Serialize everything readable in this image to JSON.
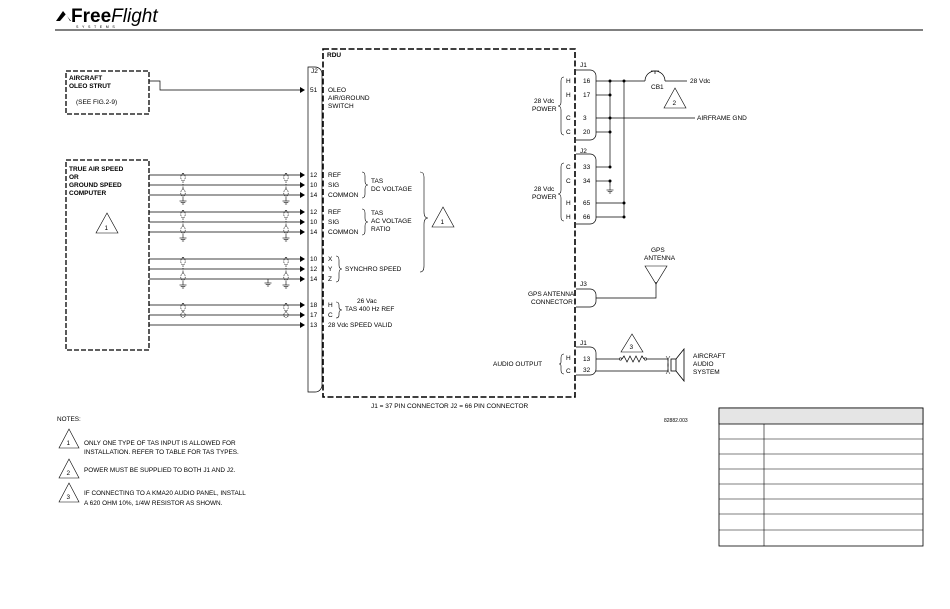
{
  "logo": {
    "brand_bold": "Free",
    "brand_ital": "Flight",
    "brand_sub": "SYSTEMS"
  },
  "rdu": {
    "title": "RDU",
    "connector_note": "J1 = 37 PIN CONNECTOR  J2 = 66 PIN CONNECTOR",
    "ref_id": "82882.003"
  },
  "left_connector": "J2",
  "oleo": {
    "box_line1": "AIRCRAFT",
    "box_line2": "OLEO STRUT",
    "see_fig": "(SEE FIG.2-9)",
    "pin": "51",
    "label_line1": "OLEO",
    "label_line2": "AIR/GROUND",
    "label_line3": "SWITCH"
  },
  "computer": {
    "line1": "TRUE AIR SPEED",
    "line2": "OR",
    "line3": "GROUND SPEED",
    "line4": "COMPUTER",
    "note_ref": "1"
  },
  "tas_pins": [
    {
      "pin": "12",
      "label": "REF"
    },
    {
      "pin": "10",
      "label": "SIG"
    },
    {
      "pin": "14",
      "label": "COMMON"
    },
    {
      "pin": "12",
      "label": "REF"
    },
    {
      "pin": "10",
      "label": "SIG"
    },
    {
      "pin": "14",
      "label": "COMMON"
    },
    {
      "pin": "10",
      "label": "X"
    },
    {
      "pin": "12",
      "label": "Y"
    },
    {
      "pin": "14",
      "label": "Z"
    },
    {
      "pin": "18",
      "label": "H"
    },
    {
      "pin": "17",
      "label": "C"
    },
    {
      "pin": "13",
      "label": "28 Vdc SPEED VALID"
    }
  ],
  "groups": {
    "dc_line1": "TAS",
    "dc_line2": "DC VOLTAGE",
    "ac_line1": "TAS",
    "ac_line2": "AC VOLTAGE",
    "ac_line3": "RATIO",
    "synchro": "SYNCHRO SPEED",
    "hz_line1": "26 Vac",
    "hz_line2": "TAS 400 Hz REF",
    "tas_note_ref": "1"
  },
  "power_j1": {
    "connector": "J1",
    "label_line1": "28 Vdc",
    "label_line2": "POWER",
    "pins": [
      {
        "label": "H",
        "pin": "16"
      },
      {
        "label": "H",
        "pin": "17"
      },
      {
        "label": "C",
        "pin": "3"
      },
      {
        "label": "C",
        "pin": "20"
      }
    ],
    "breaker": "CB1",
    "supply": "28 Vdc",
    "breaker_note_ref": "2",
    "ground_label": "AIRFRAME GND"
  },
  "power_j2": {
    "connector": "J2",
    "label_line1": "28 Vdc",
    "label_line2": "POWER",
    "pins": [
      {
        "label": "C",
        "pin": "33"
      },
      {
        "label": "C",
        "pin": "34"
      },
      {
        "label": "H",
        "pin": "65"
      },
      {
        "label": "H",
        "pin": "66"
      }
    ]
  },
  "gps": {
    "connector": "J3",
    "label_line1": "GPS ANTENNA",
    "label_line2": "CONNECTOR",
    "antenna_line1": "GPS",
    "antenna_line2": "ANTENNA"
  },
  "audio": {
    "connector": "J1",
    "label": "AUDIO OUTPUT",
    "pins": [
      {
        "label": "H",
        "pin": "13"
      },
      {
        "label": "C",
        "pin": "32"
      }
    ],
    "resistor_note_ref": "3",
    "sys_line1": "AIRCRAFT",
    "sys_line2": "AUDIO",
    "sys_line3": "SYSTEM"
  },
  "notes": {
    "title": "NOTES:",
    "items": [
      {
        "num": "1",
        "line1": "ONLY ONE TYPE OF TAS INPUT IS ALLOWED FOR",
        "line2": "INSTALLATION. REFER TO TABLE FOR TAS TYPES."
      },
      {
        "num": "2",
        "line1": "POWER MUST BE SUPPLIED TO BOTH J1 AND J2.",
        "line2": ""
      },
      {
        "num": "3",
        "line1": "IF CONNECTING TO A KMA20 AUDIO PANEL, INSTALL",
        "line2": "A 620 OHM 10%, 1/4W RESISTOR AS SHOWN."
      }
    ]
  },
  "colors": {
    "ink": "#000000",
    "paper": "#ffffff",
    "table_header": "#e5e5e5"
  }
}
